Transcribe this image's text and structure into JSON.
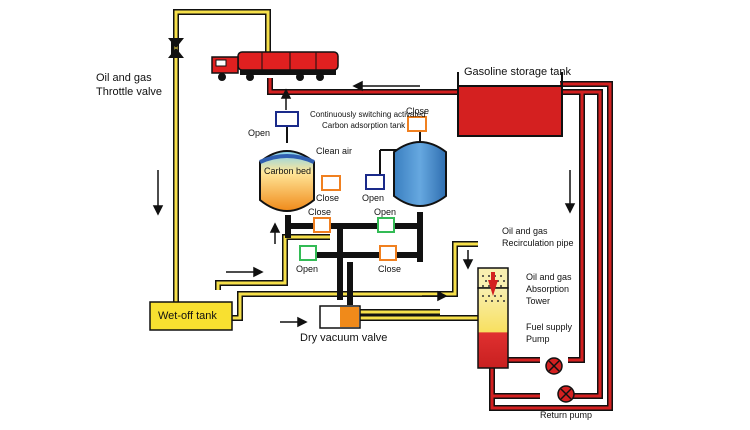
{
  "labels": {
    "throttle_line1": "Oil and gas",
    "throttle_line2": "Throttle valve",
    "gasoline_tank": "Gasoline storage tank",
    "continuous_line1": "Continuously switching activated",
    "continuous_line2": "Carbon adsorption tank",
    "close_top": "Close",
    "open_left": "Open",
    "clean_air": "Clean air",
    "carbon_bed": "Carbon bed",
    "close_mid": "Close",
    "open_right": "Open",
    "close_lower_left": "Close",
    "open_lower_right": "Open",
    "open_bottom_left": "Open",
    "close_bottom_right": "Close",
    "recirc_line1": "Oil and gas",
    "recirc_line2": "Recirculation pipe",
    "absorb_line1": "Oil and gas",
    "absorb_line2": "Absorption",
    "absorb_line3": "Tower",
    "fuel_line1": "Fuel supply",
    "fuel_line2": "Pump",
    "wet_off_tank": "Wet-off tank",
    "dry_vacuum": "Dry vacuum valve",
    "return_pump": "Return pump"
  },
  "icons": [
    "throttle-valve-icon",
    "tanker-truck-icon",
    "pump-icon",
    "flow-arrow-icon"
  ],
  "colors": {
    "pipe_red": "#d42020",
    "pipe_yellow": "#f6e04a",
    "pipe_black": "#111111",
    "tank_blue": "#3a86c8",
    "carbon_bed": "#f0a028",
    "valve_orange": "#f08020",
    "valve_green": "#33bb55",
    "valve_navy": "#1a2a8a"
  }
}
